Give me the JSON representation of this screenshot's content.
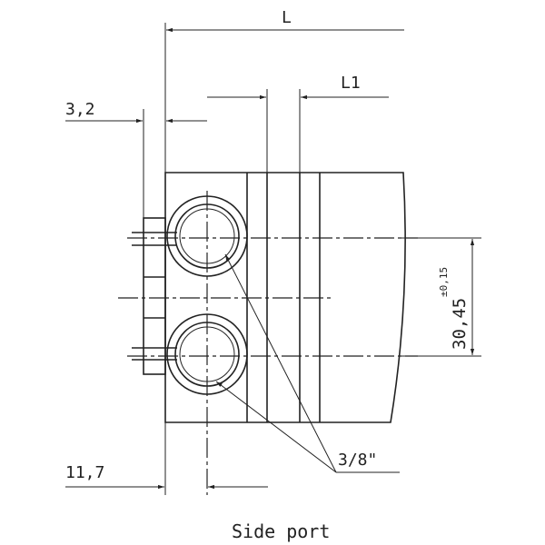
{
  "dimensions": {
    "L": "L",
    "L1": "L1",
    "d32": "3,2",
    "d117": "11,7",
    "d3045": "30,45",
    "tolerance": "±0,15",
    "port": "3/8\""
  },
  "caption": "Side port"
}
